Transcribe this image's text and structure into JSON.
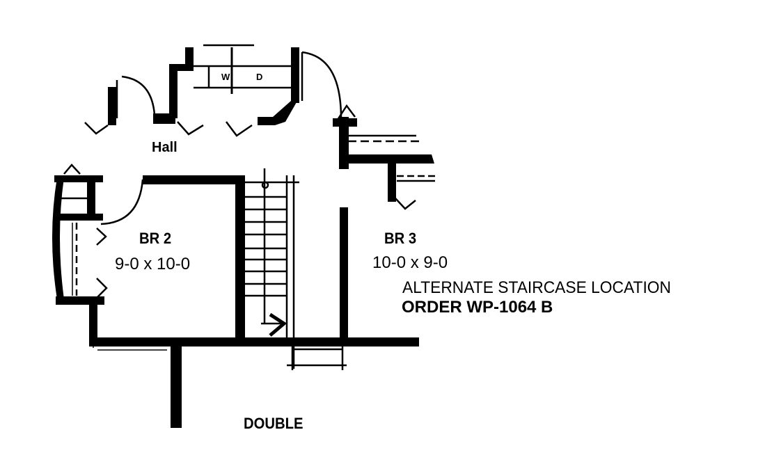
{
  "plan": {
    "type": "floor-plan-excerpt",
    "colors": {
      "ink": "#000000",
      "paper": "#ffffff"
    }
  },
  "rooms": {
    "hall": {
      "label": "Hall"
    },
    "br2": {
      "name": "BR 2",
      "dims": "9-0 x 10-0"
    },
    "br3": {
      "name": "BR 3",
      "dims": "10-0 x 9-0"
    },
    "laundry": {
      "washer": "W",
      "dryer": "D"
    },
    "garage": {
      "label": "DOUBLE"
    }
  },
  "notes": {
    "line1": "ALTERNATE STAIRCASE LOCATION",
    "line2": "ORDER WP-1064 B"
  },
  "stairs": {
    "tread_count": 10,
    "direction_icon": "arrow-right"
  }
}
